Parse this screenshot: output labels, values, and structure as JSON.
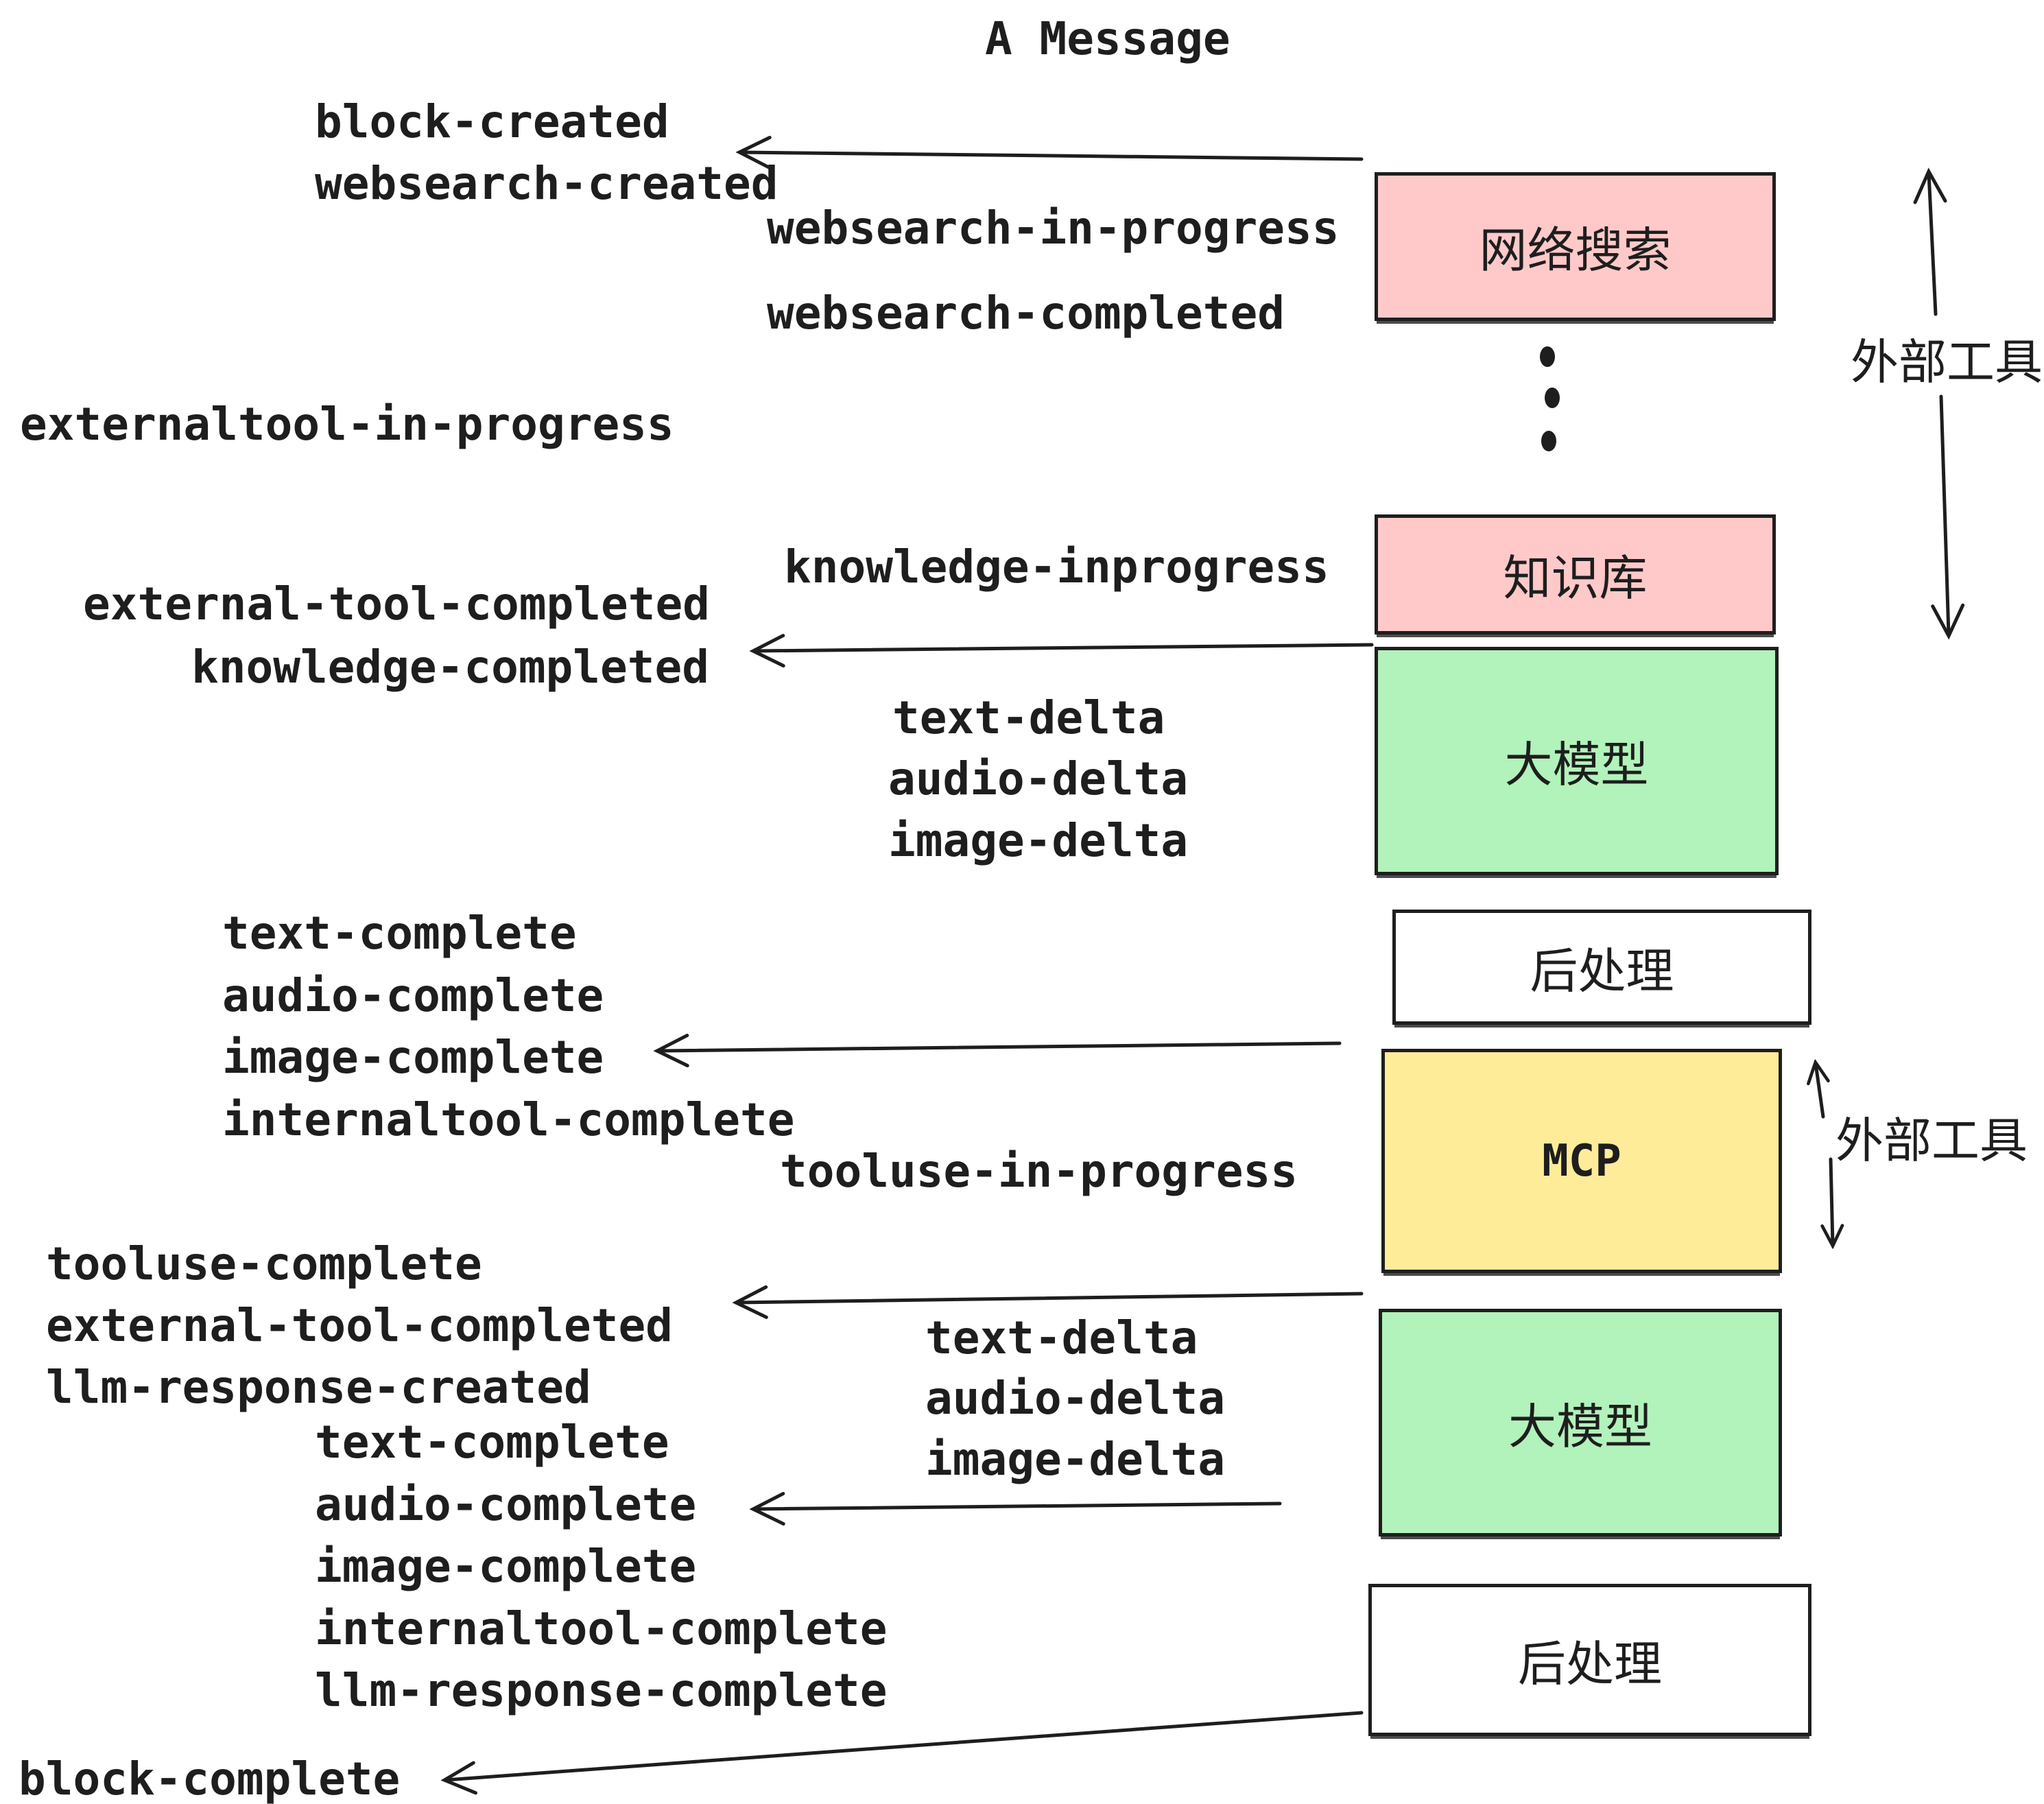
{
  "title": "A Message",
  "colors": {
    "ink": "#1e1e1e",
    "pink": "#ffc9c9",
    "green": "#b2f2bb",
    "yellow": "#ffec99",
    "white": "#ffffff",
    "background": "#ffffff"
  },
  "events": {
    "block_created": "block-created",
    "websearch_created": "websearch-created",
    "websearch_in_progress": "websearch-in-progress",
    "websearch_completed": "websearch-completed",
    "externaltool_in_progress": "externaltool-in-progress",
    "knowledge_inprogress": "knowledge-inprogress",
    "external_tool_completed": "external-tool-completed",
    "knowledge_completed": "knowledge-completed",
    "text_delta": "text-delta",
    "audio_delta": "audio-delta",
    "image_delta": "image-delta",
    "text_complete": "text-complete",
    "audio_complete": "audio-complete",
    "image_complete": "image-complete",
    "internaltool_complete": "internaltool-complete",
    "tooluse_in_progress": "tooluse-in-progress",
    "tooluse_complete": "tooluse-complete",
    "llm_response_created": "llm-response-created",
    "llm_response_complete": "llm-response-complete",
    "block_complete": "block-complete"
  },
  "boxes": [
    {
      "id": "web-search",
      "label": "网络搜索",
      "fill": "#ffc9c9"
    },
    {
      "id": "knowledge-base",
      "label": "知识库",
      "fill": "#ffc9c9"
    },
    {
      "id": "llm-1",
      "label": "大模型",
      "fill": "#b2f2bb"
    },
    {
      "id": "post-process-1",
      "label": "后处理",
      "fill": "#ffffff"
    },
    {
      "id": "mcp",
      "label": "MCP",
      "fill": "#ffec99"
    },
    {
      "id": "llm-2",
      "label": "大模型",
      "fill": "#b2f2bb"
    },
    {
      "id": "post-process-2",
      "label": "后处理",
      "fill": "#ffffff"
    }
  ],
  "annotations": {
    "external_tools_top": "外部工具",
    "external_tools_mcp": "外部工具"
  }
}
